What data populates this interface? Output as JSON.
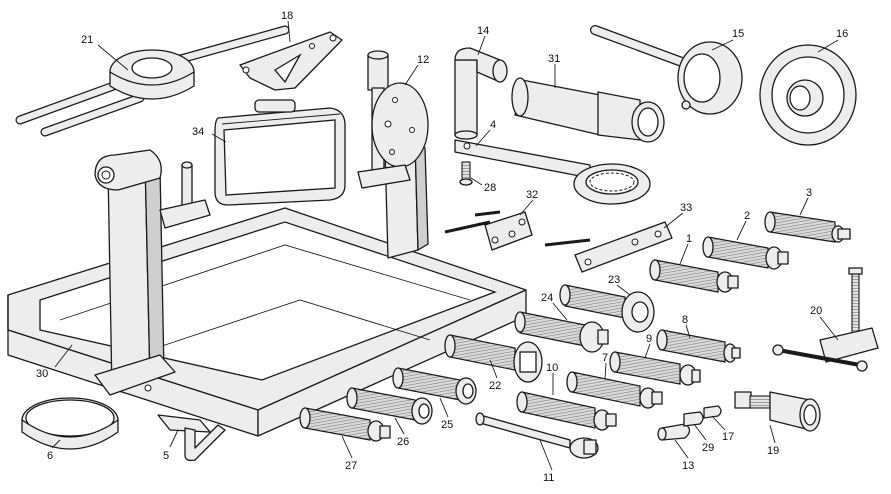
{
  "diagram": {
    "labels": {
      "l1": "1",
      "l2": "2",
      "l3": "3",
      "l4": "4",
      "l5": "5",
      "l6": "6",
      "l7": "7",
      "l8": "8",
      "l9": "9",
      "l10": "10",
      "l11": "11",
      "l12": "12",
      "l13": "13",
      "l14": "14",
      "l15": "15",
      "l16": "16",
      "l17": "17",
      "l18": "18",
      "l19": "19",
      "l20": "20",
      "l21": "21",
      "l22": "22",
      "l23": "23",
      "l24": "24",
      "l25": "25",
      "l26": "26",
      "l27": "27",
      "l28": "28",
      "l29": "29",
      "l30": "30",
      "l31": "31",
      "l32": "32",
      "l33": "33",
      "l34": "34"
    }
  }
}
